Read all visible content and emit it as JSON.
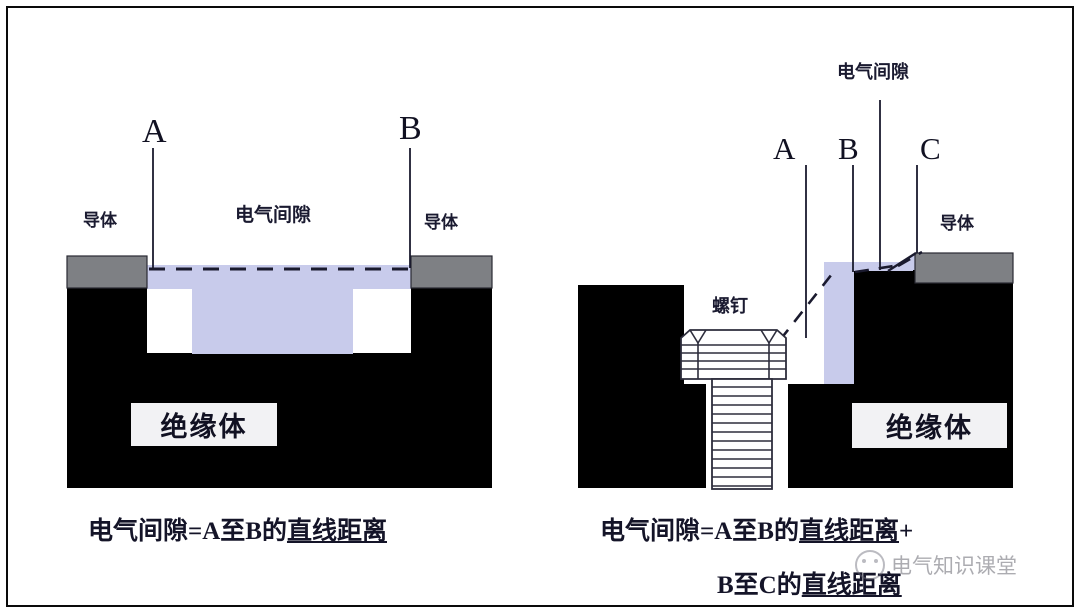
{
  "figure": {
    "title_alt": "电气间隙示意图",
    "colors": {
      "insulator": "#000000",
      "conductor": "#7e8084",
      "air_gap_fill": "#c8cbeb",
      "background": "#ffffff",
      "line": "#1a1a2e",
      "insulator_label_box": "#f2f2f4"
    }
  },
  "left_diagram": {
    "labels": {
      "point_a": "A",
      "point_b": "B",
      "conductor_left": "导体",
      "conductor_right": "导体",
      "clearance": "电气间隙",
      "insulator": "绝缘体"
    },
    "caption": {
      "prefix": "电气间隙=A至B的",
      "underlined": "直线距离"
    }
  },
  "right_diagram": {
    "labels": {
      "point_a": "A",
      "point_b": "B",
      "point_c": "C",
      "clearance": "电气间隙",
      "screw": "螺钉",
      "conductor": "导体",
      "insulator": "绝缘体"
    },
    "caption": {
      "line1_prefix": "电气间隙=A至B的",
      "line1_underlined": "直线距离",
      "line1_suffix": "+",
      "line2_prefix": "B至C的",
      "line2_underlined": "直线距离"
    }
  },
  "watermark": {
    "text": "电气知识课堂",
    "logo": "smiley-circle-logo"
  }
}
